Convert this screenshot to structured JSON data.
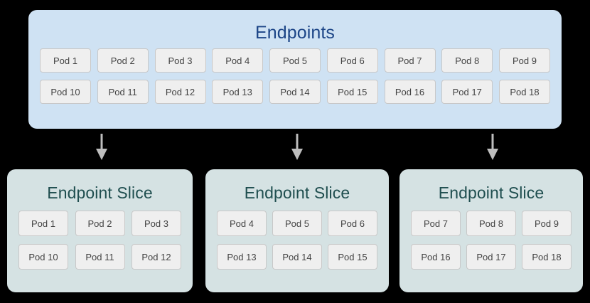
{
  "diagram": {
    "background_color": "#000000",
    "endpoints": {
      "title": "Endpoints",
      "fill_color": "#cfe2f3",
      "title_color": "#1c4587",
      "rows": [
        [
          "Pod 1",
          "Pod 2",
          "Pod 3",
          "Pod 4",
          "Pod 5",
          "Pod 6",
          "Pod 7",
          "Pod 8",
          "Pod 9"
        ],
        [
          "Pod 10",
          "Pod 11",
          "Pod 12",
          "Pod 13",
          "Pod 14",
          "Pod 15",
          "Pod 16",
          "Pod 17",
          "Pod 18"
        ]
      ]
    },
    "arrows": {
      "icon": "arrow-down-icon",
      "color": "#bdbdbd",
      "count": 3
    },
    "slices": [
      {
        "title": "Endpoint Slice",
        "fill_color": "#d5e2e3",
        "title_color": "#1f4e4f",
        "rows": [
          [
            "Pod 1",
            "Pod 2",
            "Pod 3"
          ],
          [
            "Pod 10",
            "Pod 11",
            "Pod 12"
          ]
        ]
      },
      {
        "title": "Endpoint Slice",
        "fill_color": "#d5e2e3",
        "title_color": "#1f4e4f",
        "rows": [
          [
            "Pod 4",
            "Pod 5",
            "Pod 6"
          ],
          [
            "Pod 13",
            "Pod 14",
            "Pod 15"
          ]
        ]
      },
      {
        "title": "Endpoint Slice",
        "fill_color": "#d5e2e3",
        "title_color": "#1f4e4f",
        "rows": [
          [
            "Pod 7",
            "Pod 8",
            "Pod 9"
          ],
          [
            "Pod 16",
            "Pod 17",
            "Pod 18"
          ]
        ]
      }
    ],
    "pod_style": {
      "fill_color": "#efefef",
      "border_color": "#c8c8c8",
      "text_color": "#434343"
    }
  }
}
